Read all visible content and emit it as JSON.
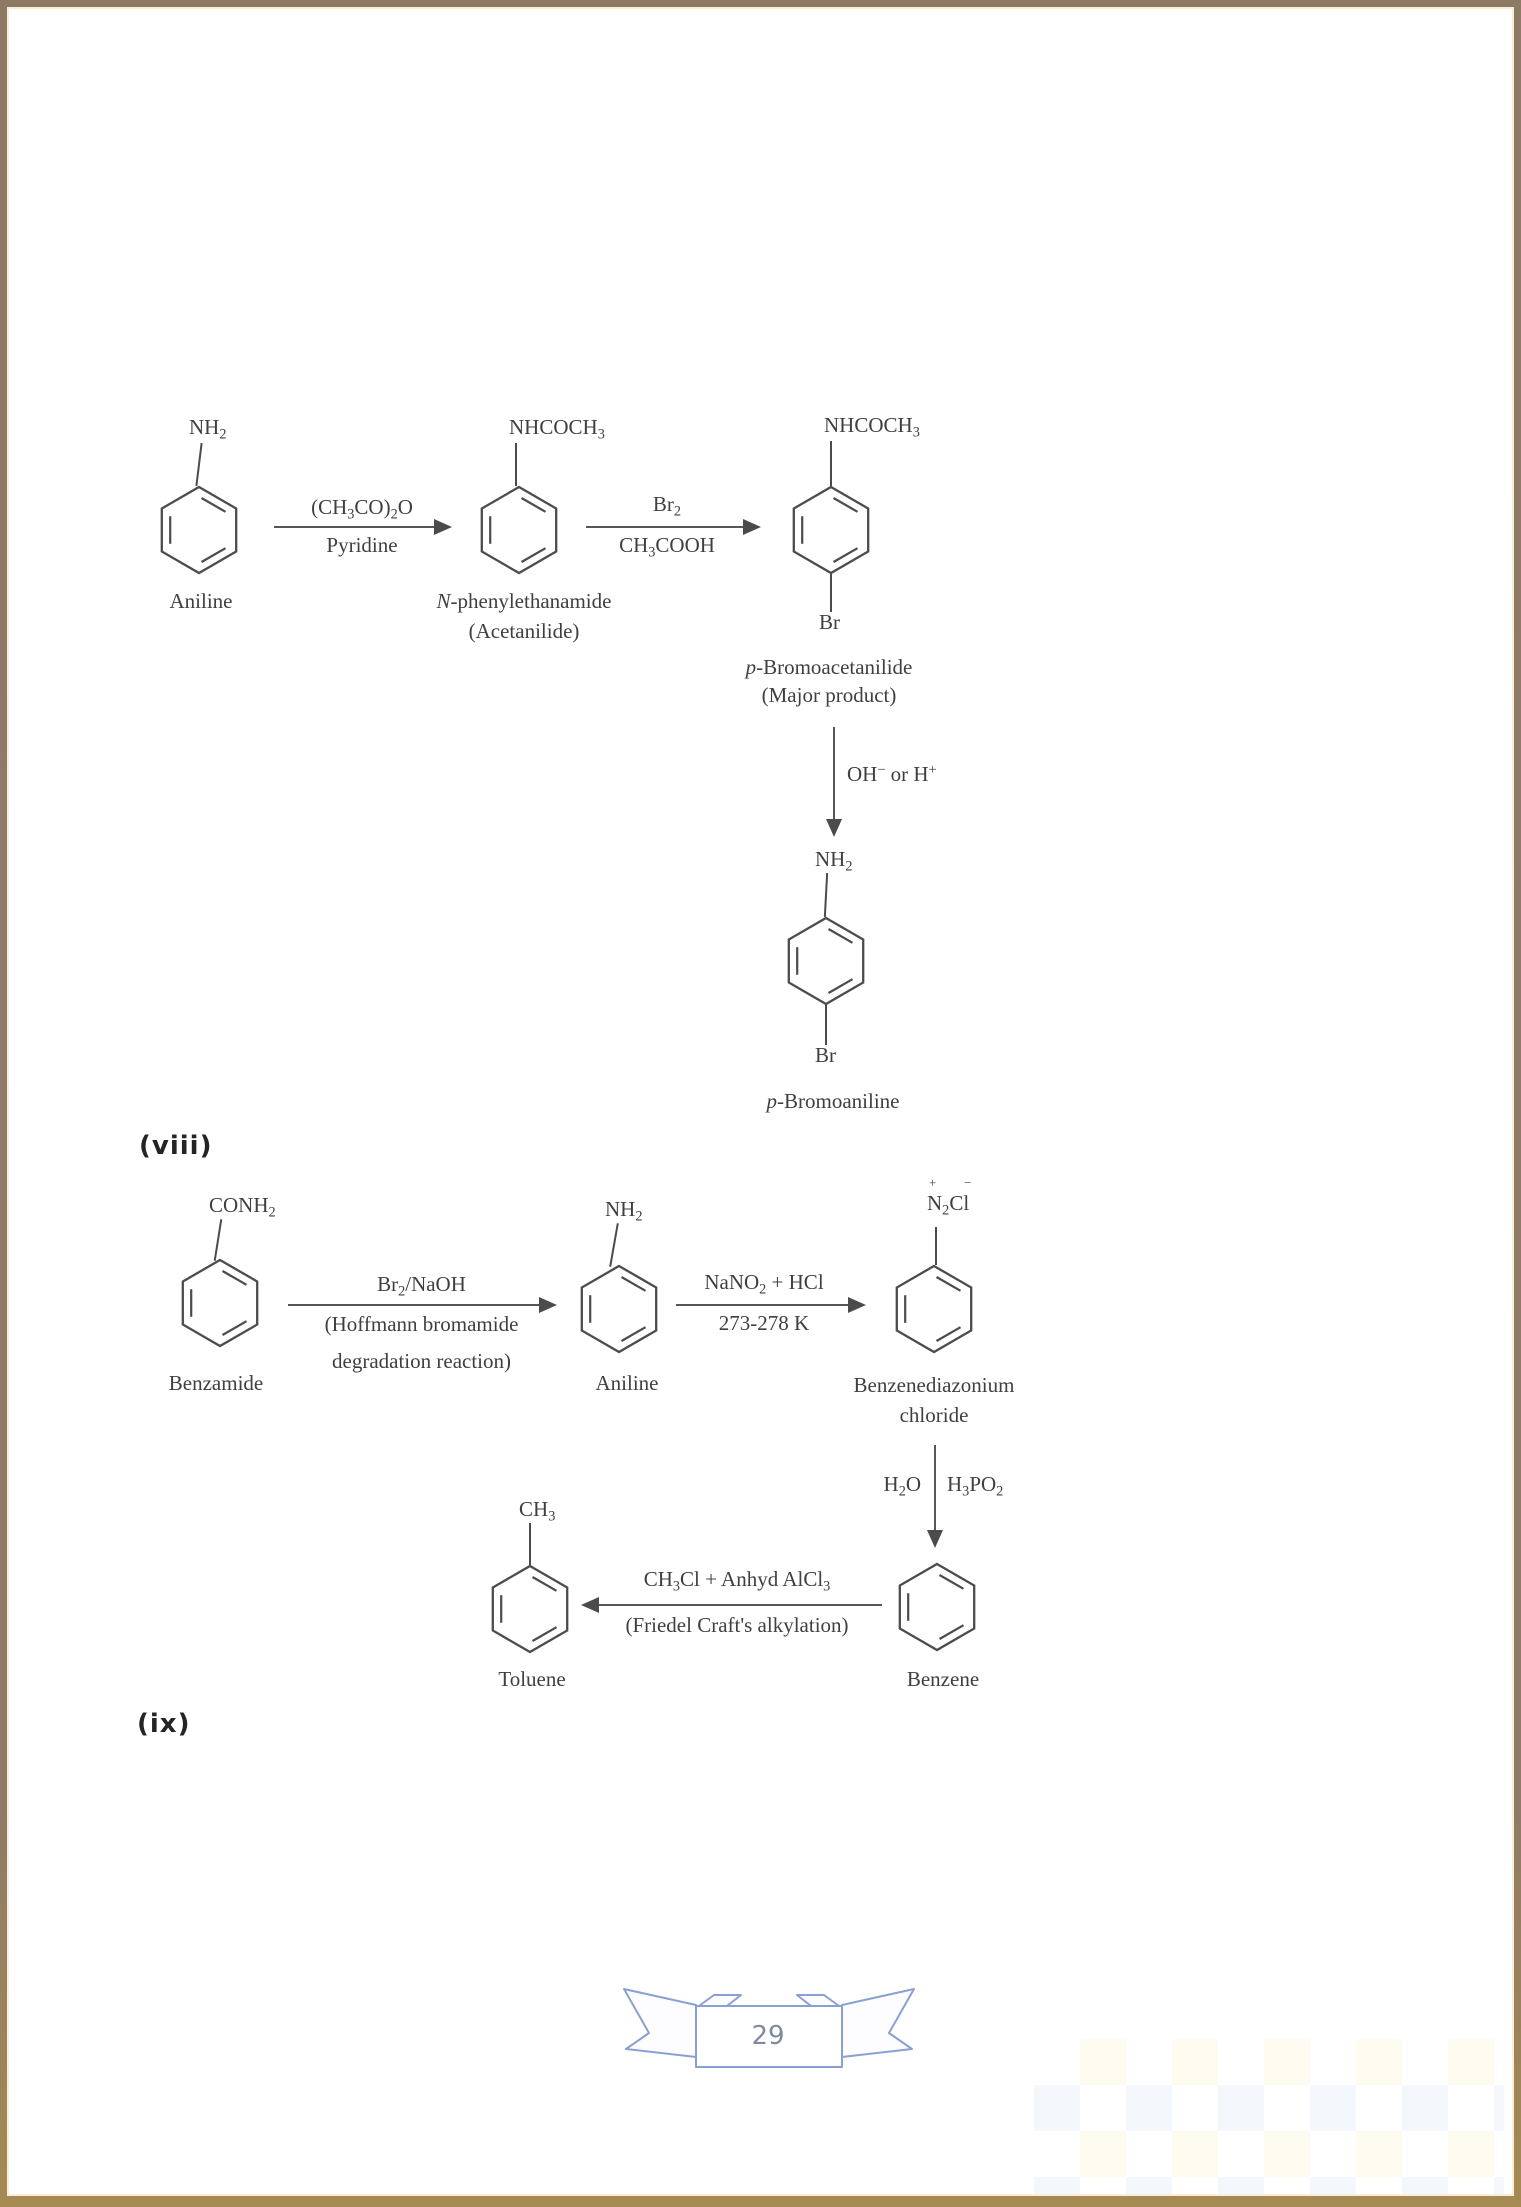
{
  "page": {
    "number": "29"
  },
  "section_labels": {
    "viii": "(viii)",
    "ix": "(ix)"
  },
  "scheme1": {
    "aniline": {
      "substituent_top": "NH₂",
      "name": "Aniline"
    },
    "arrow1": {
      "above": "(CH₃CO)₂O",
      "below": "Pyridine"
    },
    "acetanilide": {
      "substituent_top": "NHCOCH₃",
      "name_prefix": "N",
      "name_rest": "-phenylethanamide",
      "name_line2": "(Acetanilide)"
    },
    "arrow2": {
      "above": "Br₂",
      "below": "CH₃COOH"
    },
    "bromoacetanilide": {
      "substituent_top": "NHCOCH₃",
      "substituent_bottom": "Br",
      "name_prefix": "p",
      "name_rest": "-Bromoacetanilide",
      "name_line2": "(Major product)"
    },
    "arrow3": {
      "label": "OH⁻ or H⁺"
    },
    "bromoaniline": {
      "substituent_top": "NH₂",
      "substituent_bottom": "Br",
      "name_prefix": "p",
      "name_rest": "-Bromoaniline"
    }
  },
  "scheme2": {
    "benzamide": {
      "substituent_top": "CONH₂",
      "name": "Benzamide"
    },
    "arrow1": {
      "above": "Br₂/NaOH",
      "below_line1": "(Hoffmann bromamide",
      "below_line2": "degradation reaction)"
    },
    "aniline": {
      "substituent_top": "NH₂",
      "name": "Aniline"
    },
    "arrow2": {
      "above": "NaNO₂ + HCl",
      "below": "273-278 K"
    },
    "diazonium": {
      "substituent_top": "N₂Cl",
      "charge_plus": "+",
      "charge_minus": "−",
      "name_line1": "Benzenediazonium",
      "name_line2": "chloride"
    },
    "arrow3": {
      "left_label": "H₂O",
      "right_label": "H₃PO₂"
    },
    "benzene": {
      "name": "Benzene"
    },
    "arrow4": {
      "above": "CH₃Cl + Anhyd AlCl₃",
      "below": "(Friedel Craft's alkylation)"
    },
    "toluene": {
      "substituent_top": "CH₃",
      "name": "Toluene"
    }
  }
}
